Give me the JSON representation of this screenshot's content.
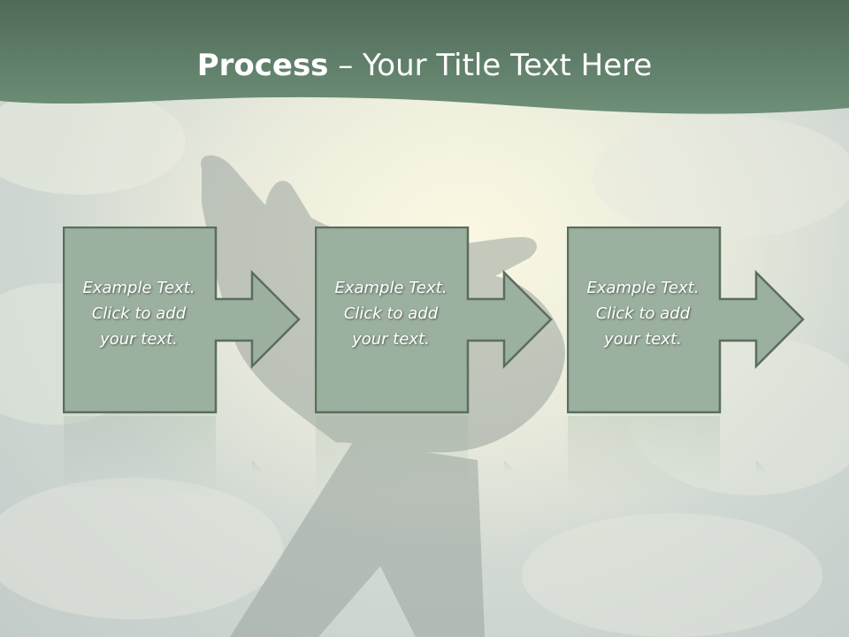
{
  "slide": {
    "title_bold": "Process",
    "title_rest": " – Your Title Text Here"
  },
  "steps": [
    {
      "line1": "Example Text.",
      "line2": "Click  to add",
      "line3": "your text."
    },
    {
      "line1": "Example Text.",
      "line2": "Click  to add",
      "line3": "your text."
    },
    {
      "line1": "Example Text.",
      "line2": "Click  to add",
      "line3": "your text."
    }
  ],
  "colors": {
    "header": "#5f7f6a",
    "box_fill": "#9bb09f",
    "box_border": "#5a6e5e",
    "text": "#ffffff"
  }
}
